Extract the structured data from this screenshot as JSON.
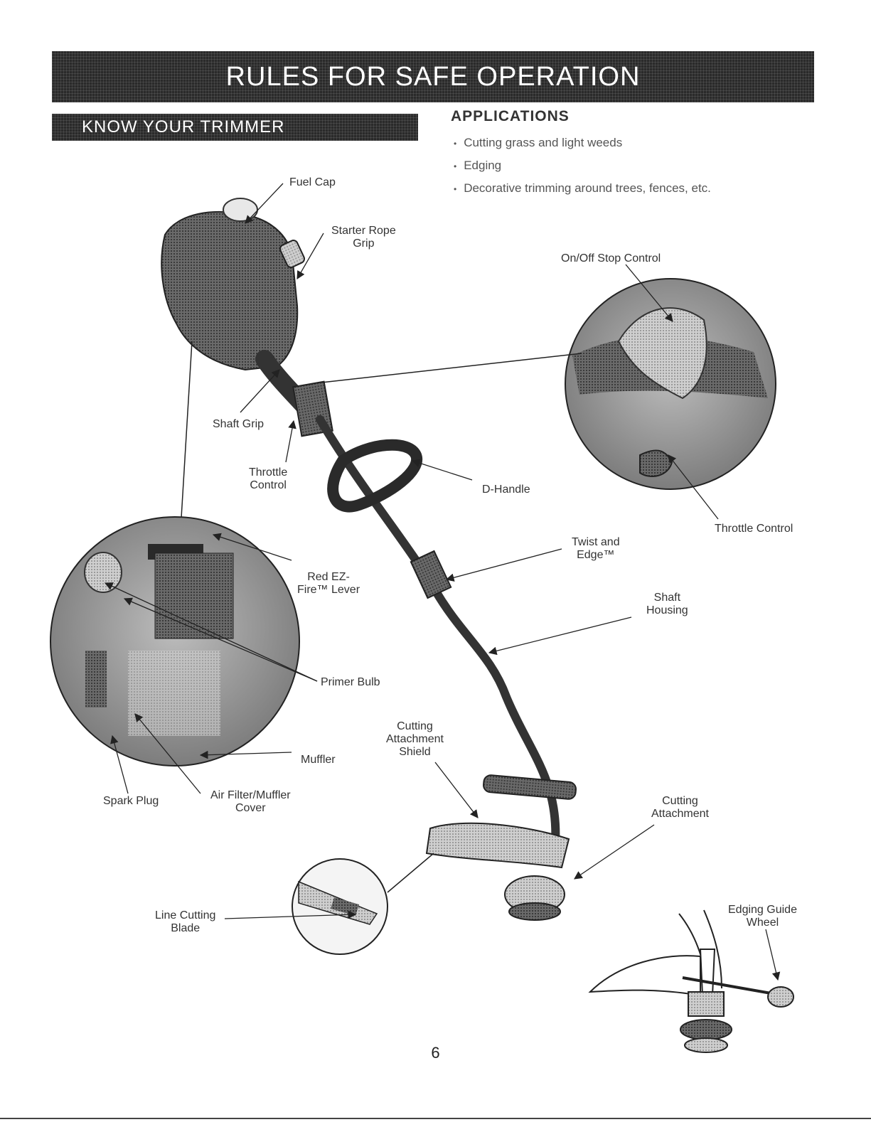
{
  "header": {
    "title": "RULES FOR SAFE OPERATION"
  },
  "section": {
    "title": "KNOW YOUR TRIMMER"
  },
  "applications": {
    "title": "APPLICATIONS",
    "items": [
      "Cutting grass and light weeds",
      "Edging",
      "Decorative trimming around trees, fences, etc."
    ]
  },
  "labels": {
    "fuel_cap": "Fuel Cap",
    "starter_rope_grip": "Starter Rope\nGrip",
    "on_off_stop_control": "On/Off Stop Control",
    "shaft_grip": "Shaft Grip",
    "throttle_control_left": "Throttle\nControl",
    "d_handle": "D-Handle",
    "throttle_control_right": "Throttle Control",
    "twist_and_edge": "Twist and\nEdge™",
    "red_ez_fire_lever": "Red EZ-\nFire™ Lever",
    "shaft_housing": "Shaft\nHousing",
    "primer_bulb": "Primer Bulb",
    "cutting_attachment_shield": "Cutting\nAttachment\nShield",
    "muffler": "Muffler",
    "spark_plug": "Spark Plug",
    "air_filter_muffler_cover": "Air Filter/Muffler\nCover",
    "cutting_attachment": "Cutting\nAttachment",
    "edging_guide_wheel": "Edging Guide\nWheel",
    "line_cutting_blade": "Line Cutting\nBlade"
  },
  "footer": {
    "page_number": "6"
  }
}
